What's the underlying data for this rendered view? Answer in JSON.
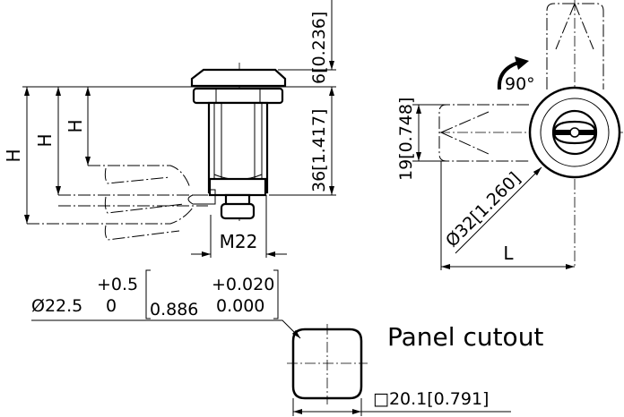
{
  "side_view": {
    "h_label": "H",
    "dim_cap": "6[0.236]",
    "dim_body": "36[1.417]",
    "thread": "M22"
  },
  "front_view": {
    "rotation": "90°",
    "dim_handle": "19[0.748]",
    "dim_diameter": "Ø32[1.260]",
    "length_label": "L"
  },
  "tolerance": {
    "diameter": "Ø22.5",
    "upper_mm": "+0.5",
    "lower_mm": "0",
    "inch_nominal": "0.886",
    "upper_in": "+0.020",
    "lower_in": "0.000"
  },
  "panel": {
    "title": "Panel cutout",
    "size": "□20.1[0.791]"
  }
}
